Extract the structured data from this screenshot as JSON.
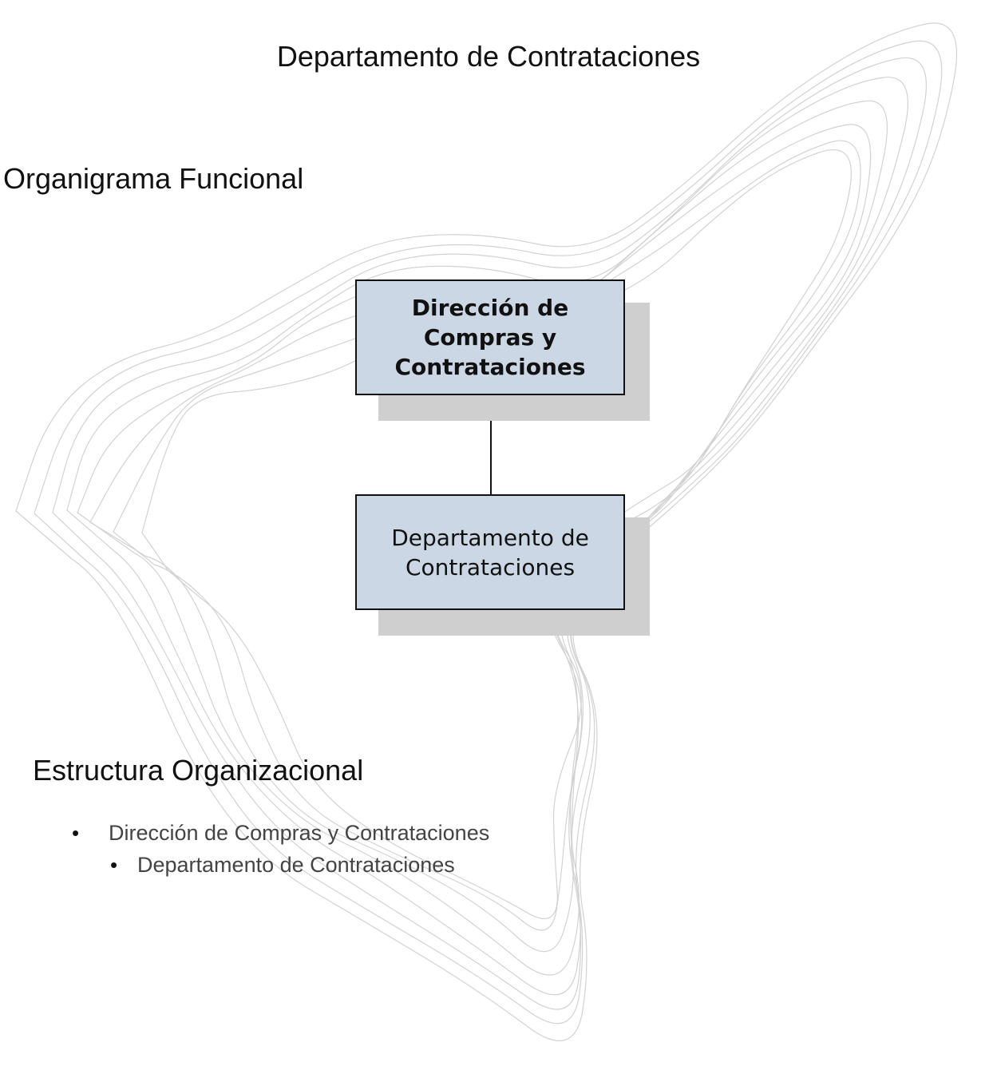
{
  "page": {
    "title": "Departamento de Contrataciones"
  },
  "sections": {
    "functional_heading": "Organigrama Funcional",
    "structure_heading": "Estructura Organizacional"
  },
  "org_chart": {
    "top_box": "Dirección de Compras y Contrataciones",
    "child_box": "Departamento de Contrataciones"
  },
  "structure_list": {
    "level1": "Dirección de Compras y Contrataciones",
    "level2": "Departamento de Contrataciones",
    "bullet": "•"
  },
  "colors": {
    "box_fill": "#ccd7e5",
    "shadow": "#cfcfcf",
    "watermark_line": "#d2d2d2"
  }
}
